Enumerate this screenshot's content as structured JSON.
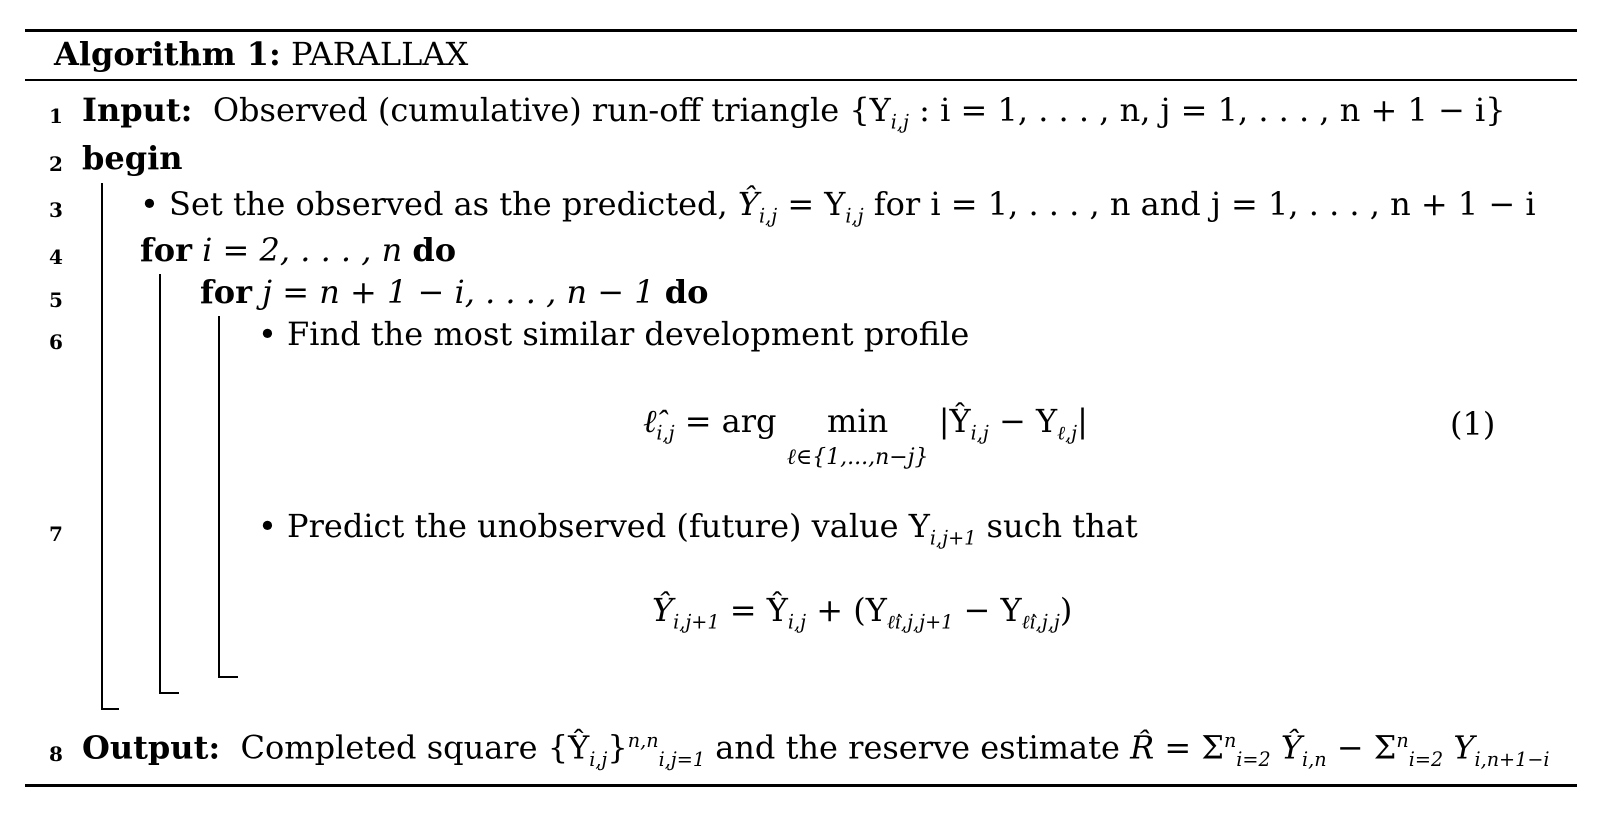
{
  "caption": {
    "label": "Algorithm 1:",
    "name": "PARALLAX"
  },
  "lines": [
    {
      "num": "1",
      "keyword": "Input:",
      "text": "Observed (cumulative) run-off triangle {Y",
      "sub1": "i,j",
      "text2": " : i = 1, . . . , n, j = 1, . . . , n + 1 − i}"
    },
    {
      "num": "2",
      "keyword": "begin"
    },
    {
      "num": "3",
      "text": "• Set the observed as the predicted, ",
      "math": "Ŷ",
      "sub1": "i,j",
      "eq": " = Y",
      "sub2": "i,j",
      "rest": " for i = 1, . . . , n and j = 1, . . . , n + 1 − i"
    },
    {
      "num": "4",
      "keyword": "for",
      "text": " i = 2, . . . , n ",
      "keyword2": "do"
    },
    {
      "num": "5",
      "keyword": "for",
      "text": " j = n + 1 − i, . . . , n − 1 ",
      "keyword2": "do"
    },
    {
      "num": "6",
      "text": "• Find the most similar development profile"
    },
    {
      "num": "7",
      "text": "• Predict the unobserved (future) value Y",
      "sub1": "i,j+1",
      "rest": " such that"
    },
    {
      "num": "8",
      "keyword": "Output:",
      "text": "Completed square {Ŷ",
      "sub1": "i,j",
      "text2": "}",
      "sup2": "n,n",
      "sub2": "i,j=1",
      "rest": " and the reserve estimate ",
      "calR": "R̂",
      "rest2": " = Σ",
      "sup3": "n",
      "sub3": "i=2",
      "rest3": " Ŷ",
      "sub4": "i,n",
      "rest4": " − Σ",
      "sup5": "n",
      "sub5": "i=2",
      "rest5": " Y",
      "sub6": "i,n+1−i"
    }
  ],
  "equation1": {
    "lhs": "ℓ̂",
    "lhs_sub": "i,j",
    "eq": " = arg ",
    "op": "min",
    "op_sub": "ℓ∈{1,...,n−j}",
    "body": "|Ŷ",
    "body_sub1": "i,j",
    "body2": " − Y",
    "body_sub2": "ℓ,j",
    "body3": "|",
    "number": "(1)"
  },
  "equation2": {
    "lhs": "Ŷ",
    "lhs_sub": "i,j+1",
    "eq": " = Ŷ",
    "eq_sub": "i,j",
    "plus": " + (Y",
    "sub_a": "ℓ̂i,j,j+1",
    "minus": " − Y",
    "sub_b": "ℓ̂i,j,j",
    "close": ")"
  }
}
